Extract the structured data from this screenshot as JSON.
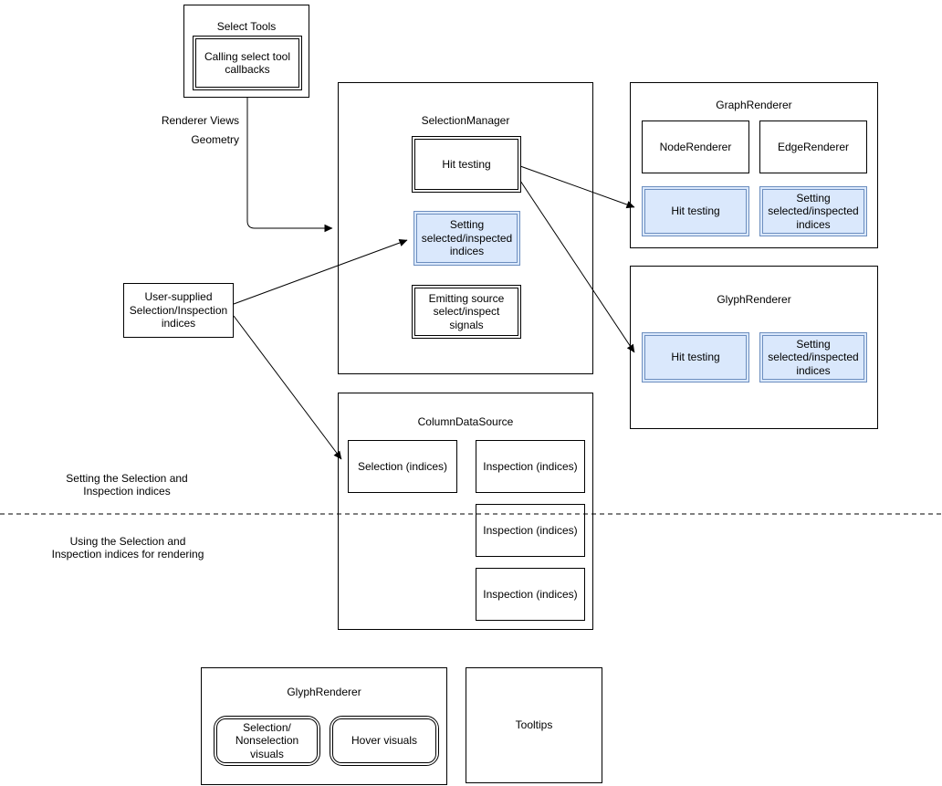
{
  "colors": {
    "blue_fill": "#dae8fc",
    "blue_border": "#6c8ebf",
    "line": "#000000"
  },
  "select_tools": {
    "title": "Select Tools",
    "callbacks": "Calling select tool\ncallbacks"
  },
  "edge_labels": {
    "renderer_views": "Renderer Views",
    "geometry": "Geometry"
  },
  "selection_manager": {
    "title": "SelectionManager",
    "hit_testing": "Hit testing",
    "setting_indices": "Setting\nselected/inspected\nindices",
    "emitting_signals": "Emitting source\nselect/inspect\nsignals"
  },
  "graph_renderer": {
    "title": "GraphRenderer",
    "node_renderer": "NodeRenderer",
    "edge_renderer": "EdgeRenderer",
    "hit_testing": "Hit testing",
    "setting_indices": "Setting\nselected/inspected\nindices"
  },
  "glyph_renderer": {
    "title": "GlyphRenderer",
    "hit_testing": "Hit testing",
    "setting_indices": "Setting\nselected/inspected\nindices"
  },
  "user_supplied": {
    "label": "User-supplied\nSelection/Inspection\nindices"
  },
  "column_data_source": {
    "title": "ColumnDataSource",
    "selection": "Selection (indices)",
    "inspections": [
      "Inspection (indices)",
      "Inspection (indices)",
      "Inspection (indices)"
    ]
  },
  "sections": {
    "setting": "Setting the Selection and\nInspection indices",
    "using": "Using the Selection and\nInspection indices for rendering"
  },
  "glyph_renderer_bottom": {
    "title": "GlyphRenderer",
    "selection_visuals": "Selection/\nNonselection visuals",
    "hover_visuals": "Hover visuals"
  },
  "tooltips": {
    "label": "Tooltips"
  }
}
